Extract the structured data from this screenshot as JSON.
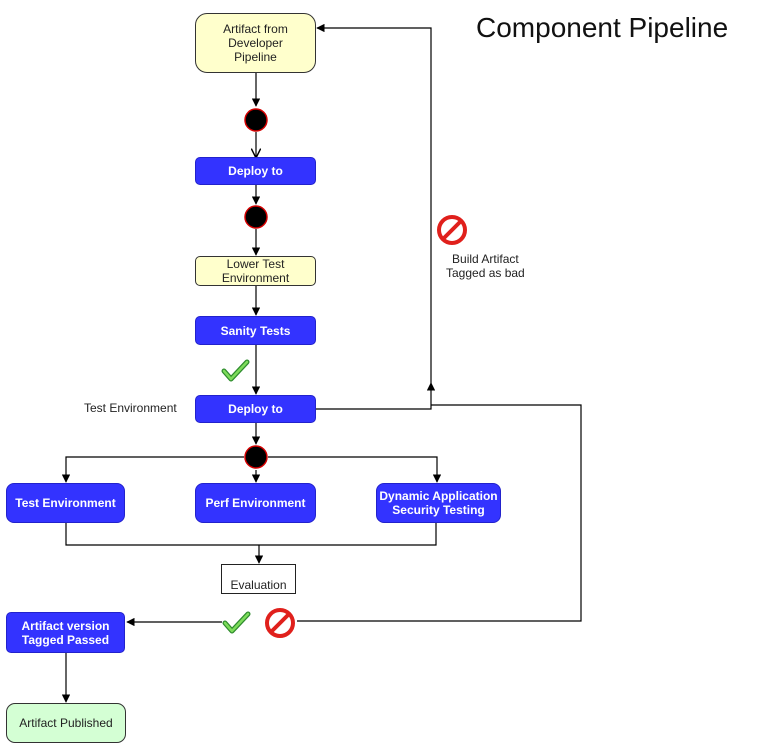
{
  "title": "Component Pipeline",
  "nodes": {
    "artifact_from_dev": "Artifact from\nDeveloper\nPipeline",
    "deploy_to_1": "Deploy to",
    "lower_test_env": "Lower Test\nEnvironment",
    "sanity_tests": "Sanity Tests",
    "deploy_to_2": "Deploy to",
    "test_env_box": "Test Environment",
    "perf_env": "Perf Environment",
    "dast": "Dynamic Application\nSecurity Testing",
    "evaluation": "Evaluation",
    "tagged_passed": "Artifact version\nTagged Passed",
    "published": "Artifact Published"
  },
  "labels": {
    "test_env_side": "Test Environment",
    "build_bad": "Build Artifact\nTagged as bad"
  },
  "icons": {
    "check": "check-icon",
    "forbidden": "no-entry-icon"
  },
  "colors": {
    "process_blue": "#3333ff",
    "start_yellow": "#ffffcc",
    "end_green": "#d4ffd4"
  }
}
